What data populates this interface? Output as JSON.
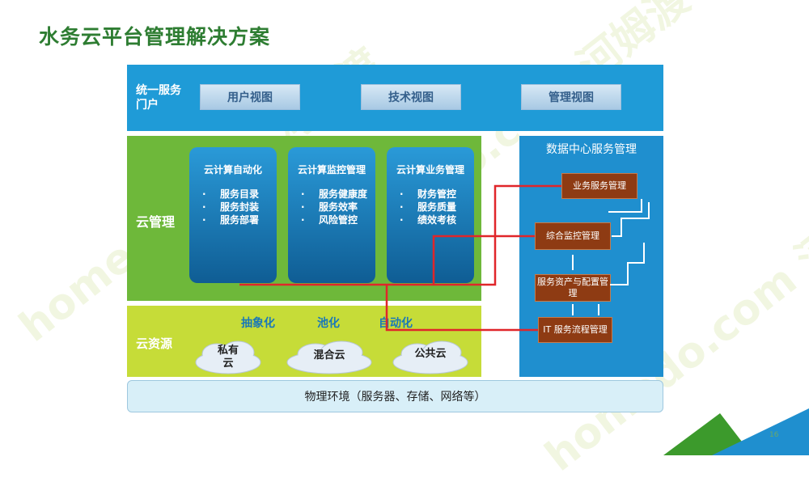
{
  "title": "水务云平台管理解决方案",
  "portal": {
    "label": "统一服务门户",
    "views": [
      "用户视图",
      "技术视图",
      "管理视图"
    ]
  },
  "cloud_management": {
    "label": "云管理",
    "cards": [
      {
        "title": "云计算自动化",
        "items": [
          "服务目录",
          "服务封装",
          "服务部署"
        ]
      },
      {
        "title": "云计算监控管理",
        "items": [
          "服务健康度",
          "服务效率",
          "风险管控"
        ]
      },
      {
        "title": "云计算业务管理",
        "items": [
          "财务管控",
          "服务质量",
          "绩效考核"
        ]
      }
    ]
  },
  "cloud_resources": {
    "label": "云资源",
    "concepts": [
      "抽象化",
      "池化",
      "自动化"
    ],
    "clouds": [
      "私有云",
      "混合云",
      "公共云"
    ]
  },
  "data_center": {
    "title": "数据中心服务管理",
    "boxes": [
      "业务服务管理",
      "综合监控管理",
      "服务资产与配置管理",
      "IT 服务流程管理"
    ]
  },
  "physical": "物理环境（服务器、存储、网络等）",
  "watermark": "homedo.com 河姆渡",
  "page_number": "16",
  "colors": {
    "title": "#2e7d32",
    "portal_band": "#1f9bd7",
    "management_band": "#6eb83a",
    "resource_band": "#c6dc38",
    "data_center_band": "#1f8fcf",
    "dc_box": "#8e3b13",
    "connector": "#e0262a"
  }
}
